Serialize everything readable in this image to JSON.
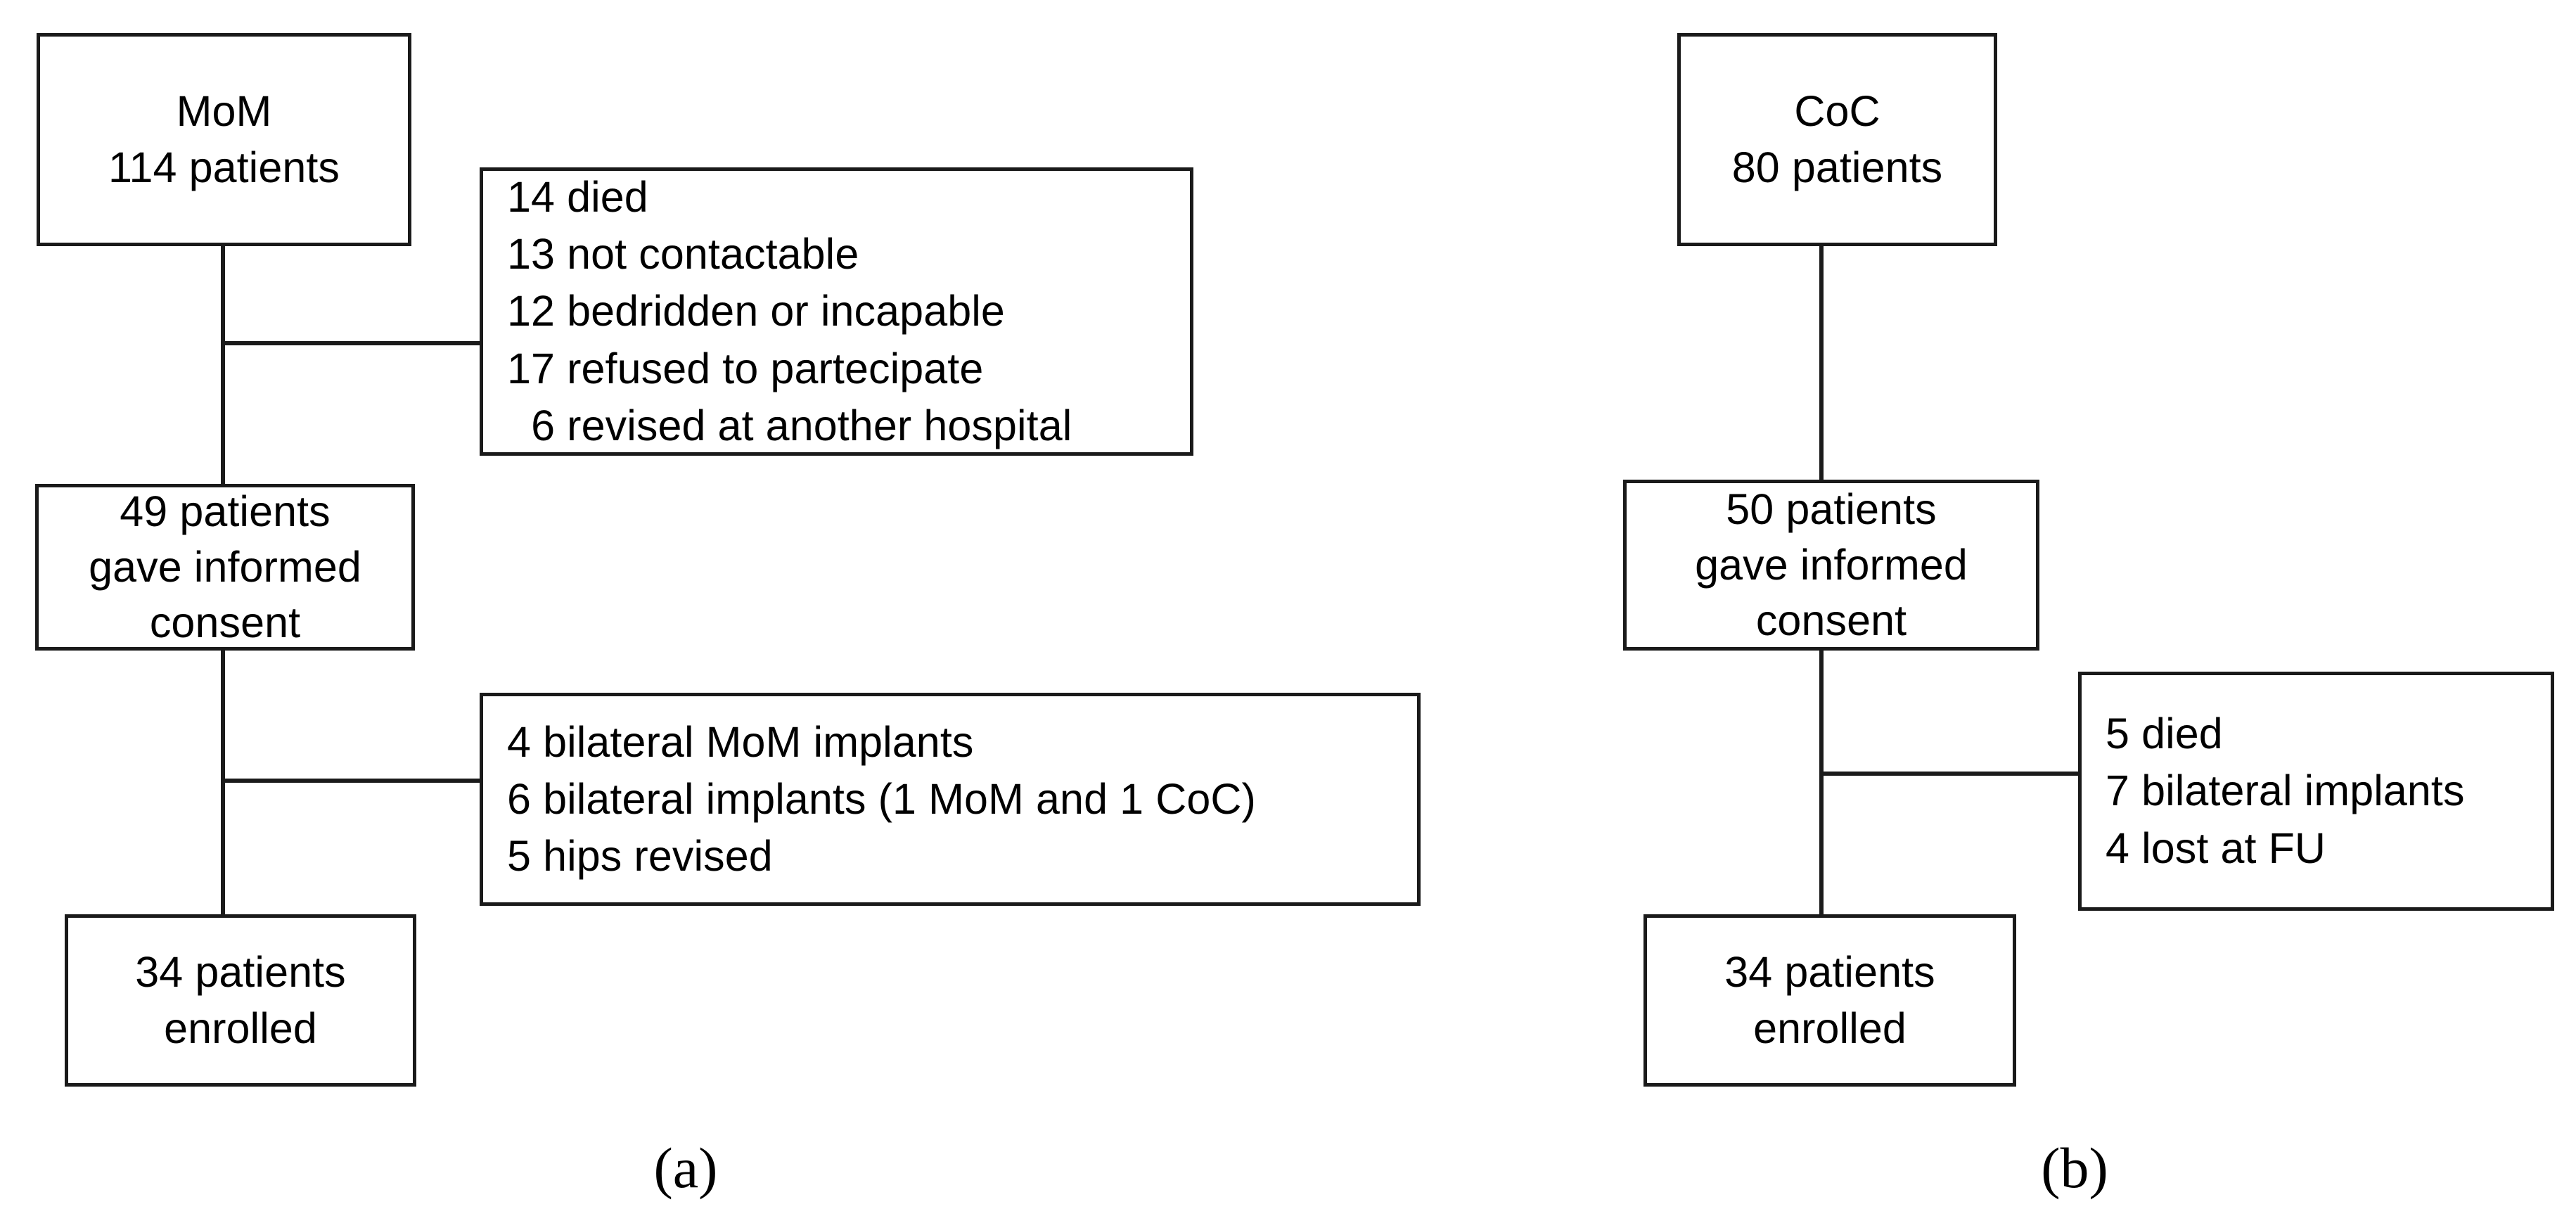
{
  "figure": {
    "type": "patient-flow-diagram",
    "panels": [
      {
        "id": "a",
        "caption": "(a)",
        "cohort": "MoM",
        "nodes": {
          "source": {
            "lines": [
              "MoM",
              "114 patients"
            ]
          },
          "exclusions_1": {
            "lines": [
              "14 died",
              "13 not contactable",
              "12 bedridden or incapable",
              "17 refused to partecipate",
              "  6 revised at another hospital"
            ]
          },
          "consent": {
            "lines": [
              "49 patients",
              "gave informed",
              "consent"
            ]
          },
          "exclusions_2": {
            "lines": [
              "4 bilateral MoM implants",
              "6 bilateral implants (1 MoM and 1 CoC)",
              "5 hips revised"
            ]
          },
          "enrolled": {
            "lines": [
              "34 patients",
              "enrolled"
            ]
          }
        }
      },
      {
        "id": "b",
        "caption": "(b)",
        "cohort": "CoC",
        "nodes": {
          "source": {
            "lines": [
              "CoC",
              "80 patients"
            ]
          },
          "consent": {
            "lines": [
              "50 patients",
              "gave informed",
              "consent"
            ]
          },
          "exclusions_1": {
            "lines": [
              "5 died",
              "7 bilateral implants",
              "4 lost at FU"
            ]
          },
          "enrolled": {
            "lines": [
              "34 patients",
              "enrolled"
            ]
          }
        }
      }
    ]
  },
  "style": {
    "stroke_color": "#1a1a1a",
    "text_color": "#000000",
    "background": "#ffffff"
  }
}
